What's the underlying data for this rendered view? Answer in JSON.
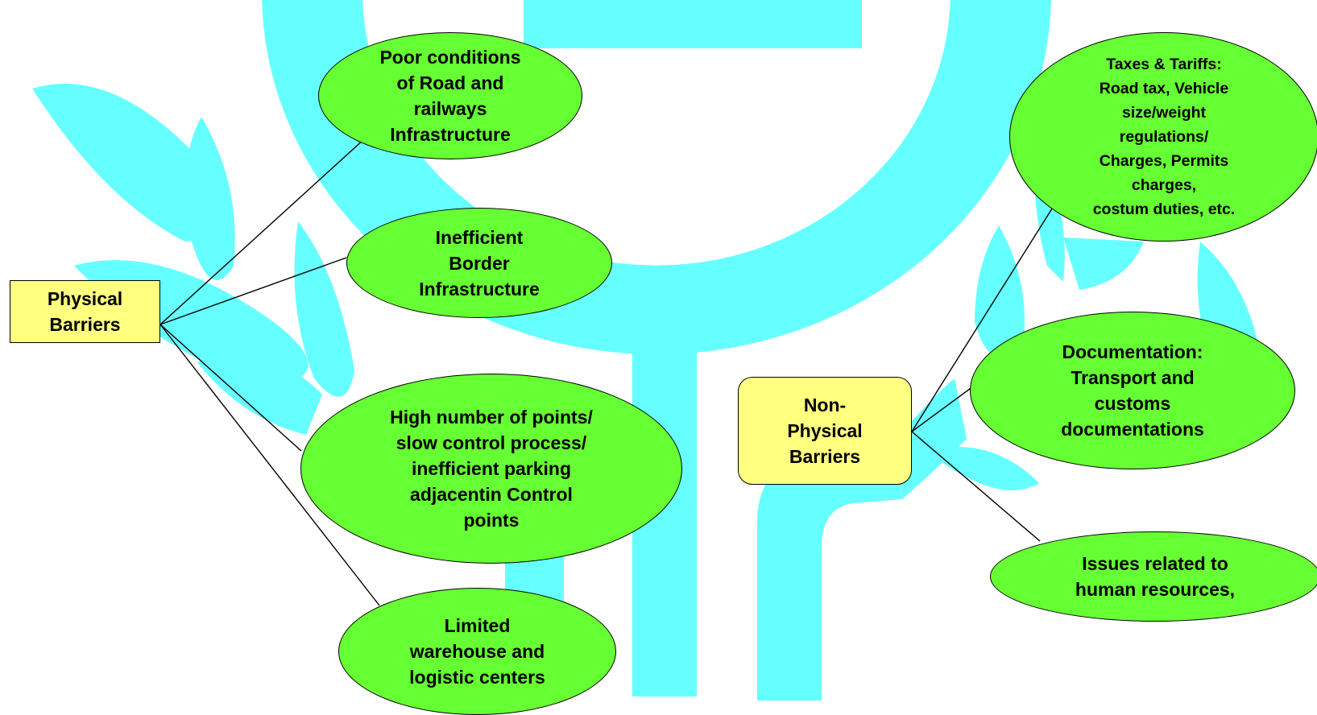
{
  "colors": {
    "background": "#ffffff",
    "watermark": "#66ffff",
    "ellipse_fill": "#66ff33",
    "box_fill": "#ffff80",
    "line": "#000000"
  },
  "watermark": {
    "icon": "logo-watermark"
  },
  "barriers": {
    "physical": {
      "label": "Physical\nBarriers"
    },
    "non_physical": {
      "label": "Non-\nPhysical\nBarriers"
    }
  },
  "physical_items": {
    "roads": "Poor conditions\nof Road and\nrailways\nInfrastructure",
    "border": "Inefficient\nBorder\nInfrastructure",
    "control": "High number of points/\nslow control process/\ninefficient parking\nadjacentin Control\npoints",
    "warehouse": "Limited\nwarehouse and\nlogistic centers"
  },
  "non_physical_items": {
    "taxes": "Taxes & Tariffs:\nRoad tax, Vehicle\nsize/weight\nregulations/\nCharges, Permits\ncharges,\ncostum duties, etc.",
    "docs": "Documentation:\nTransport and\ncustoms\ndocumentations",
    "human": "Issues related to\nhuman resources,"
  }
}
